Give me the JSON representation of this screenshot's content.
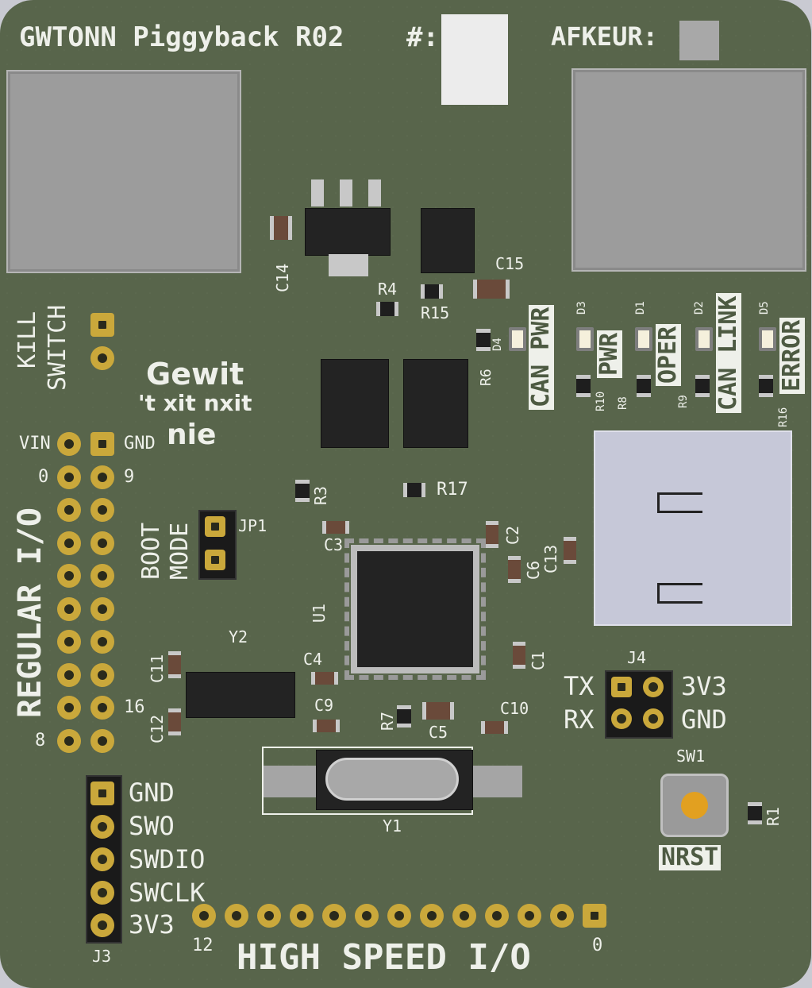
{
  "header": {
    "title": "GWTONN Piggyback R02",
    "serial_label": "#:",
    "reject_label": "AFKEUR:"
  },
  "logo_text": {
    "line1": "Gewit",
    "line2": "'t xit nxit",
    "line3": "nie"
  },
  "sections": {
    "kill_switch": [
      "KILL",
      "SWITCH"
    ],
    "boot_mode": [
      "BOOT",
      "MODE"
    ],
    "regular_io": "REGULAR I/O",
    "high_speed_io": "HIGH SPEED I/O",
    "nrst": "NRST"
  },
  "regular_io_labels": {
    "vin": "VIN",
    "gnd": "GND",
    "left_top": "0",
    "right_top": "9",
    "right_bottom": "16",
    "left_bottom": "8"
  },
  "high_speed_labels": {
    "left": "12",
    "right": "0"
  },
  "swd_pins": [
    "GND",
    "SWO",
    "SWDIO",
    "SWCLK",
    "3V3"
  ],
  "uart_pins": {
    "tx": "TX",
    "rx": "RX",
    "v33": "3V3",
    "gnd": "GND"
  },
  "leds": [
    {
      "ref": "D4",
      "label": "CAN PWR",
      "res": "R6"
    },
    {
      "ref": "D3",
      "label": "PWR",
      "res": "R10"
    },
    {
      "ref": "D1",
      "label": "OPER",
      "res": "R8"
    },
    {
      "ref": "D2",
      "label": "CAN LINK",
      "res": "R9"
    },
    {
      "ref": "D5",
      "label": "ERROR",
      "res": "R16"
    }
  ],
  "refs": {
    "c14": "C14",
    "c15": "C15",
    "r4": "R4",
    "r15": "R15",
    "r3": "R3",
    "r17": "R17",
    "jp1": "JP1",
    "c3": "C3",
    "c2": "C2",
    "c6": "C6",
    "c13": "C13",
    "u1": "U1",
    "y2": "Y2",
    "c11": "C11",
    "c12": "C12",
    "c4": "C4",
    "c9": "C9",
    "r7": "R7",
    "c5": "C5",
    "c10": "C10",
    "c1": "C1",
    "y1": "Y1",
    "j4": "J4",
    "sw1": "SW1",
    "r1": "R1",
    "j3": "J3"
  },
  "colors": {
    "board": "#58654b",
    "silk": "#eef0ea",
    "pad": "#caa83b"
  }
}
